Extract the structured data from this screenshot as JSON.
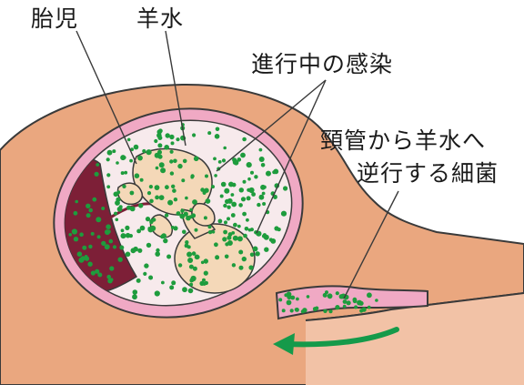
{
  "labels": {
    "fetus": "胎児",
    "amniotic_fluid": "羊水",
    "progressing_infection": "進行中の感染",
    "ascending_bacteria_line1": "頸管から羊水へ",
    "ascending_bacteria_line2": "逆行する細菌"
  },
  "colors": {
    "uterus": "#eaa77f",
    "membrane": "#f0a9c4",
    "amniotic_cavity": "#f7eaec",
    "fetus": "#f4d8b8",
    "placenta": "#7d1f37",
    "bacteria": "#1e9c3d",
    "arrow": "#159a4a",
    "outline": "#3a3a3a"
  },
  "icons": {
    "arrow": "curved-arrow-icon"
  }
}
